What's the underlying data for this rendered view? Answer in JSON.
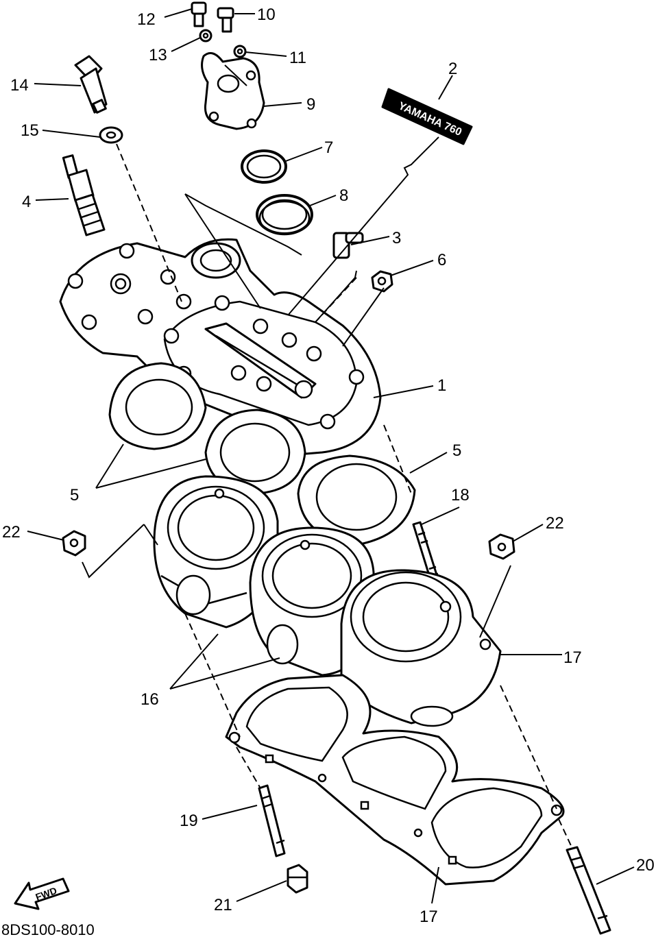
{
  "callouts": [
    {
      "id": "12",
      "text": "12"
    },
    {
      "id": "10",
      "text": "10"
    },
    {
      "id": "13",
      "text": "13"
    },
    {
      "id": "11",
      "text": "11"
    },
    {
      "id": "14",
      "text": "14"
    },
    {
      "id": "9",
      "text": "9"
    },
    {
      "id": "2",
      "text": "2"
    },
    {
      "id": "15",
      "text": "15"
    },
    {
      "id": "7",
      "text": "7"
    },
    {
      "id": "4",
      "text": "4"
    },
    {
      "id": "8",
      "text": "8"
    },
    {
      "id": "3",
      "text": "3"
    },
    {
      "id": "6",
      "text": "6"
    },
    {
      "id": "1",
      "text": "1"
    },
    {
      "id": "5a",
      "text": "5"
    },
    {
      "id": "5b",
      "text": "5"
    },
    {
      "id": "18",
      "text": "18"
    },
    {
      "id": "22a",
      "text": "22"
    },
    {
      "id": "22b",
      "text": "22"
    },
    {
      "id": "17a",
      "text": "17"
    },
    {
      "id": "16",
      "text": "16"
    },
    {
      "id": "19",
      "text": "19"
    },
    {
      "id": "20",
      "text": "20"
    },
    {
      "id": "21",
      "text": "21"
    },
    {
      "id": "17b",
      "text": "17"
    }
  ],
  "decal_text": "YAMAHA 760",
  "fwd_label": "FWD",
  "diagram_code": "8DS100-8010"
}
